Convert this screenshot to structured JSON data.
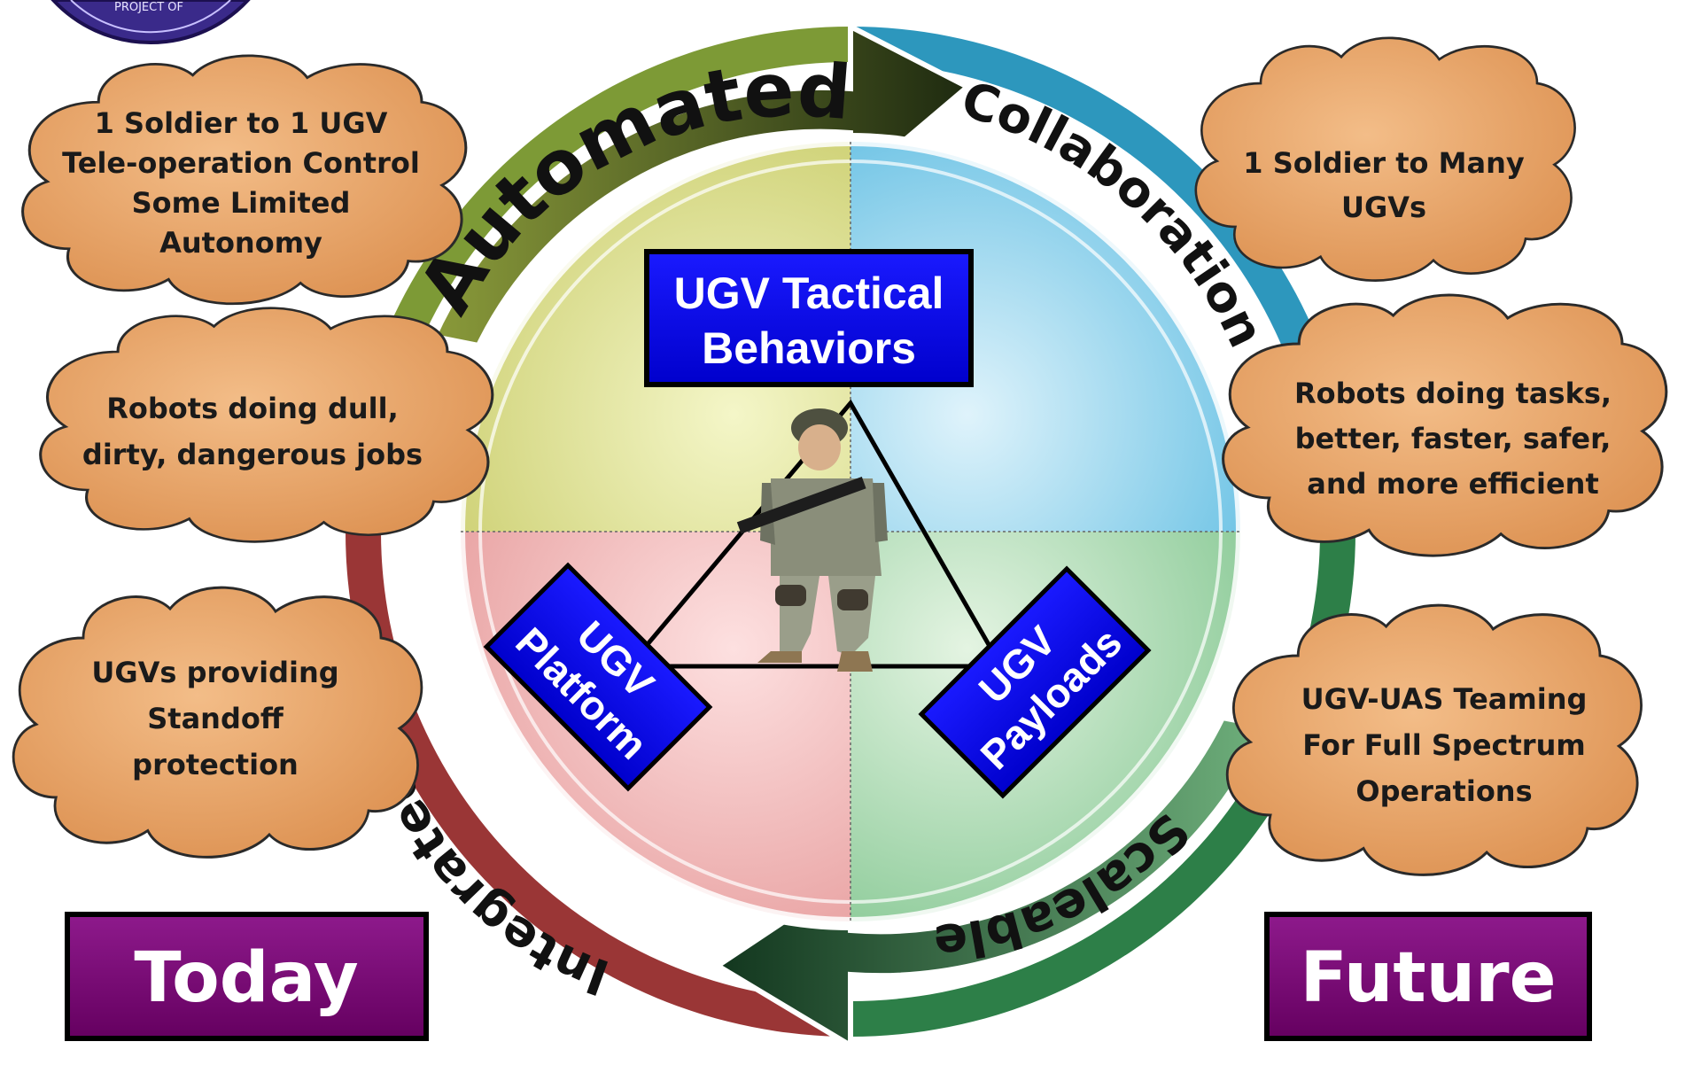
{
  "colors": {
    "cloud_fill": "#eaa46a",
    "cloud_stroke": "#2a2a2a",
    "box_fill": "#0000ee",
    "era_fill": "#7a0a78",
    "quad_top_left": "#e8eaa0",
    "quad_top_right": "#a8dcf0",
    "quad_bottom_left": "#f4c0c0",
    "quad_bottom_right": "#bce2bc",
    "ring_top_left": "#6c8a2c",
    "ring_top_right": "#2a8cb0",
    "ring_bottom_left": "#8a3030",
    "ring_bottom_right": "#2c7a44"
  },
  "icons": {
    "soldier": "soldier-figure",
    "logo": "seal-logo"
  },
  "logo": {
    "text": "PROJECT OF"
  },
  "ring": {
    "automated": "Automated",
    "collaboration": "Collaboration",
    "scaleable": "Scaleable",
    "integrated": "Integrated"
  },
  "center": {
    "tactical_line1": "UGV Tactical",
    "tactical_line2": "Behaviors",
    "platform_line1": "UGV",
    "platform_line2": "Platform",
    "payloads_line1": "UGV",
    "payloads_line2": "Payloads"
  },
  "clouds": {
    "left1": [
      "1 Soldier to 1 UGV",
      "Tele-operation Control",
      "Some Limited",
      "Autonomy"
    ],
    "left2": [
      "Robots doing dull,",
      "dirty, dangerous jobs"
    ],
    "left3": [
      "UGVs providing",
      "Standoff",
      "protection"
    ],
    "right1": [
      "1 Soldier to Many",
      "UGVs"
    ],
    "right2": [
      "Robots doing tasks,",
      "better, faster, safer,",
      "and more efficient"
    ],
    "right3": [
      "UGV-UAS Teaming",
      "For Full Spectrum",
      "Operations"
    ]
  },
  "era": {
    "today": "Today",
    "future": "Future"
  }
}
